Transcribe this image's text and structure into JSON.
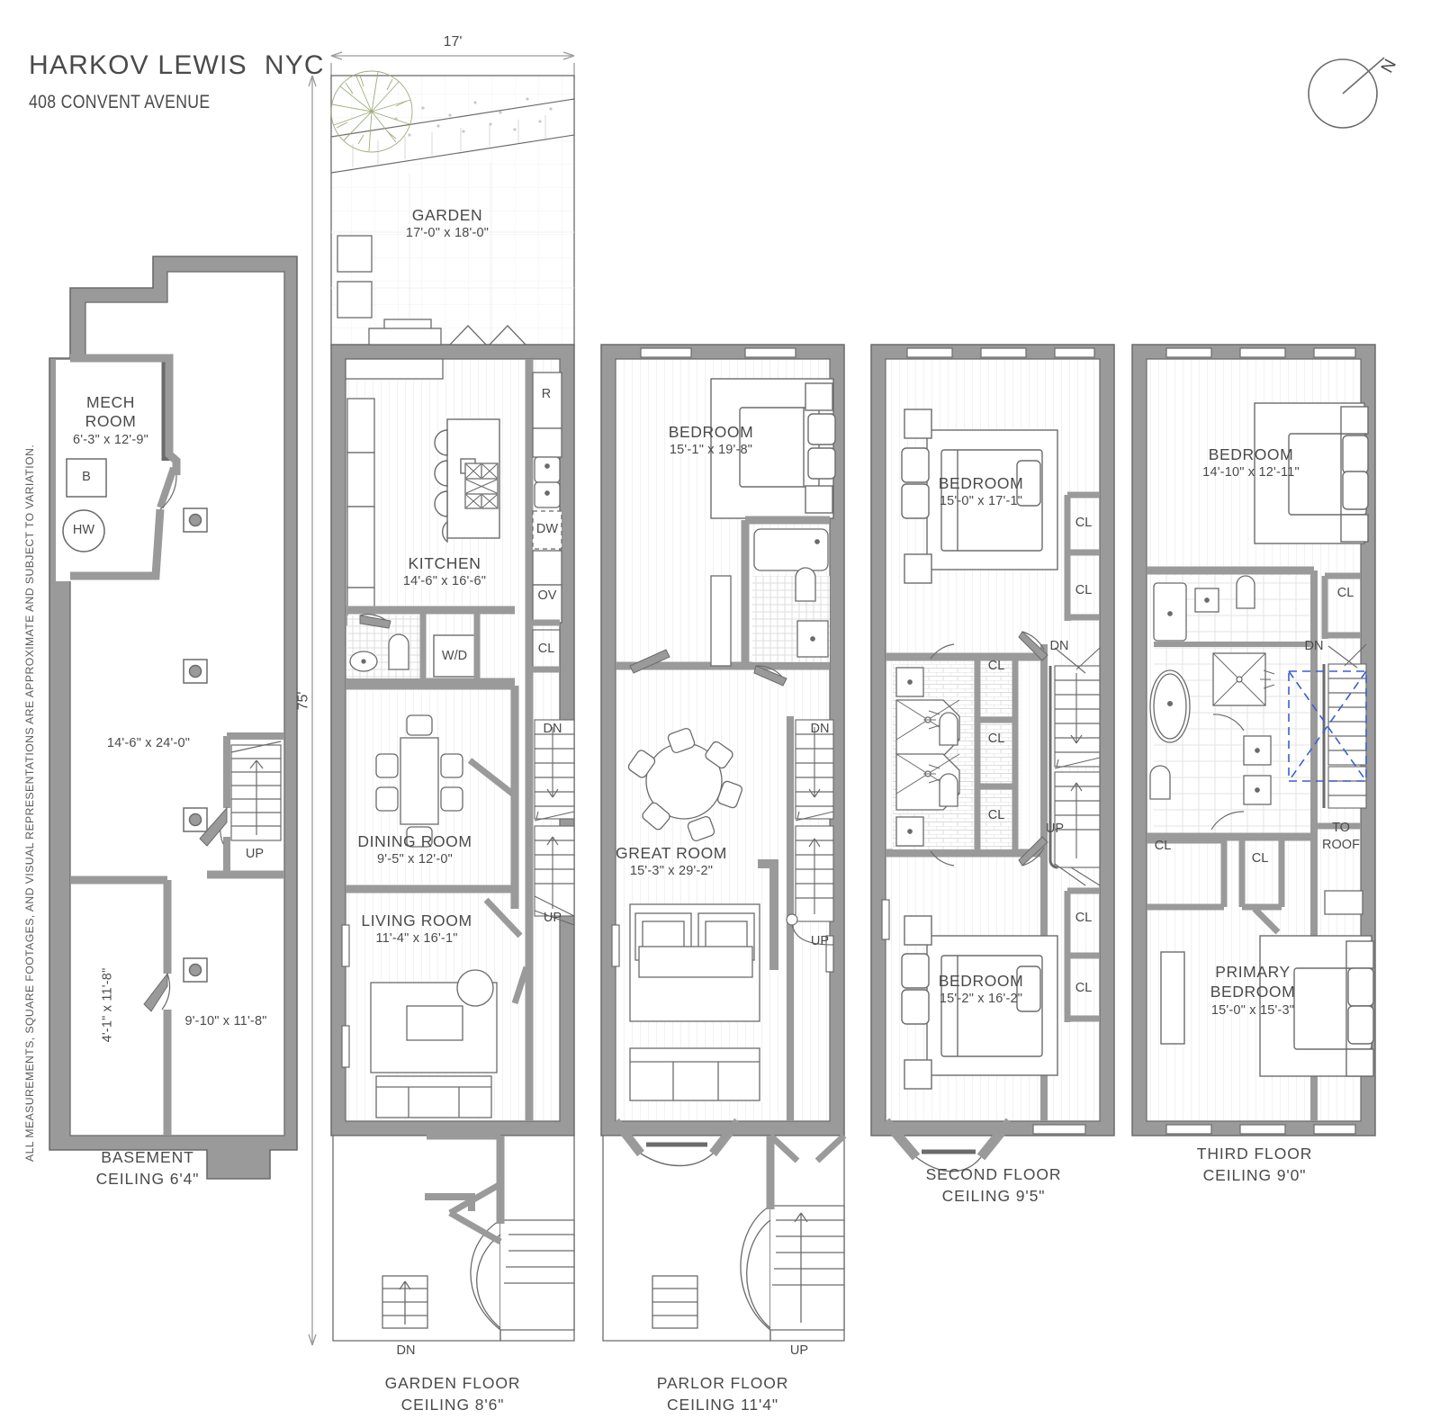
{
  "header": {
    "brand": "HARKOV LEWIS  NYC",
    "address": "408 CONVENT AVENUE",
    "compass_label": "N",
    "compass_icon": "compass-north-icon"
  },
  "dimensions": {
    "width_label": "17'",
    "depth_label": "75'"
  },
  "disclaimer": "ALL MEASUREMENTS, SQUARE FOOTAGES, AND VISUAL REPRESENTATIONS ARE APPROXIMATE AND SUBJECT TO VARIATION.",
  "floors": [
    {
      "id": "basement",
      "caption_line1": "BASEMENT",
      "caption_line2": "CEILING 6'4\"",
      "rooms": [
        {
          "name": "MECH\nROOM",
          "dim": "6'-3\" x 12'-9\""
        },
        {
          "name": "",
          "dim": "14'-6\" x 24'-0\""
        },
        {
          "name": "",
          "dim": "9'-10\" x 11'-8\""
        },
        {
          "name": "",
          "dim": "4'-1\" x 11'-8\""
        }
      ],
      "labels": [
        "B",
        "HW",
        "UP"
      ]
    },
    {
      "id": "garden-floor",
      "caption_line1": "GARDEN FLOOR",
      "caption_line2": "CEILING 8'6\"",
      "rooms": [
        {
          "name": "GARDEN",
          "dim": "17'-0\" x 18'-0\""
        },
        {
          "name": "KITCHEN",
          "dim": "14'-6\" x 16'-6\""
        },
        {
          "name": "DINING ROOM",
          "dim": "9'-5\" x 12'-0\""
        },
        {
          "name": "LIVING ROOM",
          "dim": "11'-4\" x 16'-1\""
        }
      ],
      "labels": [
        "R",
        "DW",
        "OV",
        "CL",
        "W/D",
        "DN",
        "UP",
        "DN"
      ]
    },
    {
      "id": "parlor-floor",
      "caption_line1": "PARLOR FLOOR",
      "caption_line2": "CEILING 11'4\"",
      "rooms": [
        {
          "name": "BEDROOM",
          "dim": "15'-1\" x 19'-8\""
        },
        {
          "name": "GREAT ROOM",
          "dim": "15'-3\" x 29'-2\""
        }
      ],
      "labels": [
        "DN",
        "UP",
        "UP"
      ]
    },
    {
      "id": "second-floor",
      "caption_line1": "SECOND FLOOR",
      "caption_line2": "CEILING 9'5\"",
      "rooms": [
        {
          "name": "BEDROOM",
          "dim": "15'-0\" x 17'-1\""
        },
        {
          "name": "BEDROOM",
          "dim": "15'-2\" x 16'-2\""
        }
      ],
      "labels": [
        "CL",
        "CL",
        "CL",
        "CL",
        "CL",
        "CL",
        "CL",
        "DN",
        "UP"
      ]
    },
    {
      "id": "third-floor",
      "caption_line1": "THIRD FLOOR",
      "caption_line2": "CEILING 9'0\"",
      "rooms": [
        {
          "name": "BEDROOM",
          "dim": "14'-10\" x 12'-11\""
        },
        {
          "name": "PRIMARY\nBEDROOM",
          "dim": "15'-0\" x 15'-3\""
        }
      ],
      "labels": [
        "CL",
        "CL",
        "CL",
        "DN",
        "TO\nROOF"
      ]
    }
  ],
  "text": {
    "basement_mech_name_l1": "MECH",
    "basement_mech_name_l2": "ROOM",
    "basement_mech_dim": "6'-3\" x 12'-9\"",
    "basement_boiler": "B",
    "basement_hotwater": "HW",
    "basement_rec_dim": "14'-6\" x 24'-0\"",
    "basement_room2_dim": "9'-10\" x 11'-8\"",
    "basement_room3_dim": "4'-1\" x 11'-8\"",
    "basement_up": "UP",
    "basement_caption1": "BASEMENT",
    "basement_caption2": "CEILING 6'4\"",
    "garden_name": "GARDEN",
    "garden_dim": "17'-0\" x 18'-0\"",
    "kitchen_name": "KITCHEN",
    "kitchen_dim": "14'-6\" x 16'-6\"",
    "kitchen_r": "R",
    "kitchen_dw": "DW",
    "kitchen_ov": "OV",
    "kitchen_cl": "CL",
    "kitchen_wd": "W/D",
    "dining_name": "DINING ROOM",
    "dining_dim": "9'-5\" x 12'-0\"",
    "living_name": "LIVING ROOM",
    "living_dim": "11'-4\" x 16'-1\"",
    "garden_dn": "DN",
    "garden_up": "UP",
    "garden_stoop_dn": "DN",
    "garden_caption1": "GARDEN FLOOR",
    "garden_caption2": "CEILING 8'6\"",
    "parlor_bed_name": "BEDROOM",
    "parlor_bed_dim": "15'-1\" x 19'-8\"",
    "great_name": "GREAT ROOM",
    "great_dim": "15'-3\" x 29'-2\"",
    "parlor_dn": "DN",
    "parlor_up": "UP",
    "parlor_stoop_up": "UP",
    "parlor_caption1": "PARLOR FLOOR",
    "parlor_caption2": "CEILING 11'4\"",
    "sec_bed1_name": "BEDROOM",
    "sec_bed1_dim": "15'-0\" x 17'-1\"",
    "sec_bed2_name": "BEDROOM",
    "sec_bed2_dim": "15'-2\" x 16'-2\"",
    "sec_cl1": "CL",
    "sec_cl2": "CL",
    "sec_cl3": "CL",
    "sec_cl4": "CL",
    "sec_cl5": "CL",
    "sec_cl6": "CL",
    "sec_cl7": "CL",
    "sec_dn": "DN",
    "sec_up": "UP",
    "sec_caption1": "SECOND FLOOR",
    "sec_caption2": "CEILING 9'5\"",
    "third_bed_name": "BEDROOM",
    "third_bed_dim": "14'-10\" x 12'-11\"",
    "primary_name_l1": "PRIMARY",
    "primary_name_l2": "BEDROOM",
    "primary_dim": "15'-0\" x 15'-3\"",
    "third_cl1": "CL",
    "third_cl2": "CL",
    "third_cl3": "CL",
    "third_dn": "DN",
    "third_roof_l1": "TO",
    "third_roof_l2": "ROOF",
    "third_caption1": "THIRD FLOOR",
    "third_caption2": "CEILING 9'0\""
  },
  "colors": {
    "wall": "#9a9a9a",
    "line": "#6b6b6b",
    "thin": "#b8b8b8",
    "text": "#4a4a4a",
    "tree": "#9aa87a",
    "skylight": "#3a5fd0",
    "floorboard": "#e4e4e4",
    "tile": "#dcdcdc"
  }
}
